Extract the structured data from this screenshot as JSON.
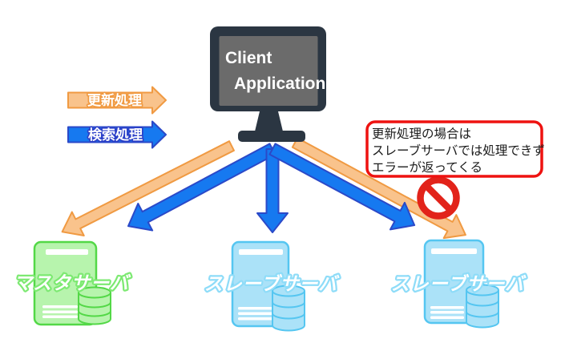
{
  "monitor": {
    "line1": "Client",
    "line2": "Application"
  },
  "legend": {
    "update_label": "更新処理",
    "search_label": "検索処理"
  },
  "callout": {
    "line1": "更新処理の場合は",
    "line2": "スレーブサーバでは処理できず",
    "line3": "エラーが返ってくる"
  },
  "servers": {
    "master": {
      "label": "マスタサーバ"
    },
    "slave1": {
      "label": "スレーブサーバ"
    },
    "slave2": {
      "label": "スレーブサーバ"
    }
  },
  "colors": {
    "update_arrow_fill": "#f9c38c",
    "update_arrow_stroke": "#f09a42",
    "search_arrow_fill": "#1679f0",
    "search_arrow_stroke": "#2b49c8",
    "master_server_fill": "#b7f4ad",
    "master_server_stroke": "#53d847",
    "slave_server_fill": "#abe2f8",
    "slave_server_stroke": "#55c6f1",
    "callout_border": "#ee1210",
    "prohibition_red": "#e2231a",
    "monitor_frame": "#2b3642",
    "monitor_screen": "#6b6b6b"
  }
}
